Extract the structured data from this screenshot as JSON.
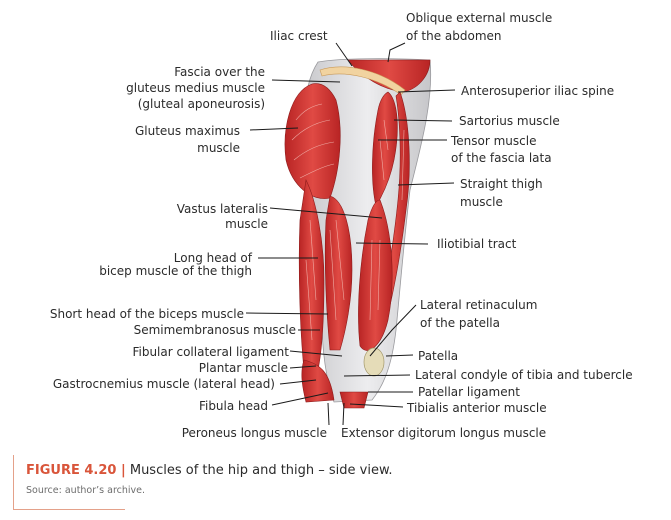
{
  "labels": {
    "iliac_crest": "Iliac crest",
    "oblique_1": "Oblique external muscle",
    "oblique_2": "of the abdomen",
    "fascia_1": "Fascia over the",
    "fascia_2": "gluteus medius muscle",
    "fascia_3": "(gluteal aponeurosis)",
    "antero": "Anterosuperior iliac spine",
    "sartorius": "Sartorius muscle",
    "glut_1": "Gluteus maximus",
    "glut_2": "muscle",
    "tensor_1": "Tensor muscle",
    "tensor_2": "of the fascia lata",
    "straight_1": "Straight thigh",
    "straight_2": "muscle",
    "vastus_1": "Vastus lateralis",
    "vastus_2": "muscle",
    "iliotibial": "Iliotibial tract",
    "longhead_1": "Long head of",
    "longhead_2": "bicep muscle of the thigh",
    "lateral_ret_1": "Lateral retinaculum",
    "lateral_ret_2": "of the patella",
    "short_head": "Short head of the biceps muscle",
    "semimem": "Semimembranosus muscle",
    "fibular": "Fibular collateral ligament",
    "patella": "Patella",
    "plantar": "Plantar muscle",
    "lat_condyle": "Lateral condyle of tibia and tubercle",
    "gastro": "Gastrocnemius muscle (lateral head)",
    "patellar_lig": "Patellar ligament",
    "fibula_head": "Fibula head",
    "tibialis": "Tibialis anterior muscle",
    "peroneus": "Peroneus longus muscle",
    "extensor": "Extensor digitorum longus muscle"
  },
  "caption": {
    "figure": "FIGURE 4.20 |",
    "text": " Muscles of the hip and thigh – side view.",
    "source": "Source: author’s archive."
  },
  "colors": {
    "muscle": "#d93a3a",
    "muscle_dark": "#b42626",
    "fascia": "#d9d9dc",
    "accent": "#d9553a"
  }
}
